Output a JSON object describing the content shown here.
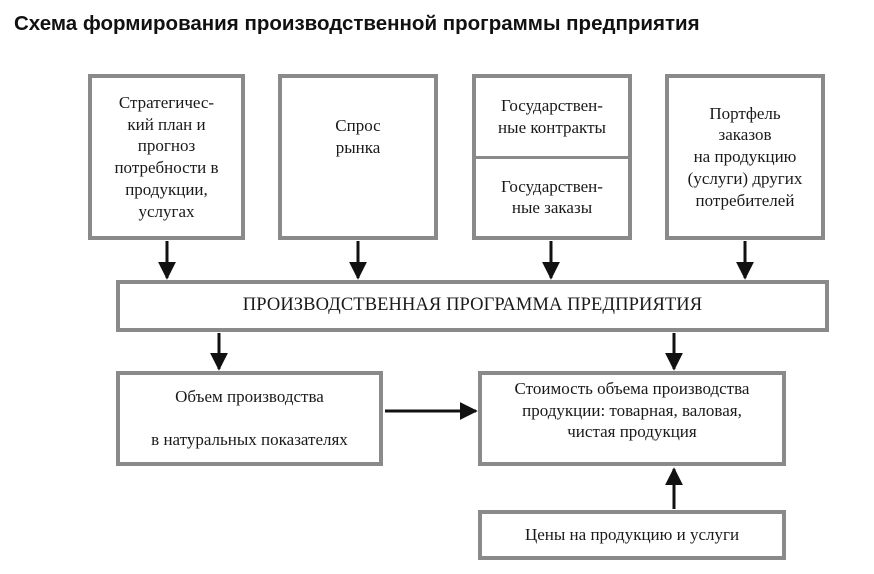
{
  "title": "Схема формирования производственной программы предприятия",
  "boxes": {
    "strategic_plan": "Стратегичес-\nкий план и\nпрогноз\nпотребности в\nпродукции,\nуслугах",
    "market_demand": "Спрос\nрынка",
    "state_contracts": "Государствен-\nные контракты",
    "state_orders": "Государствен-\nные заказы",
    "order_portfolio": "Портфель\nзаказов\nна продукцию\n(услуги) других\nпотребителей",
    "production_program": "ПРОИЗВОДСТВЕННАЯ ПРОГРАММА ПРЕДПРИЯТИЯ",
    "natural_volume": "Объем производства\n\nв натуральных показателях",
    "cost_volume": "Стоимость объема производства\nпродукции: товарная, валовая,\nчистая продукция",
    "prices": "Цены на продукцию и услуги"
  },
  "colors": {
    "border": "#8a8a8a",
    "arrow": "#111111"
  }
}
